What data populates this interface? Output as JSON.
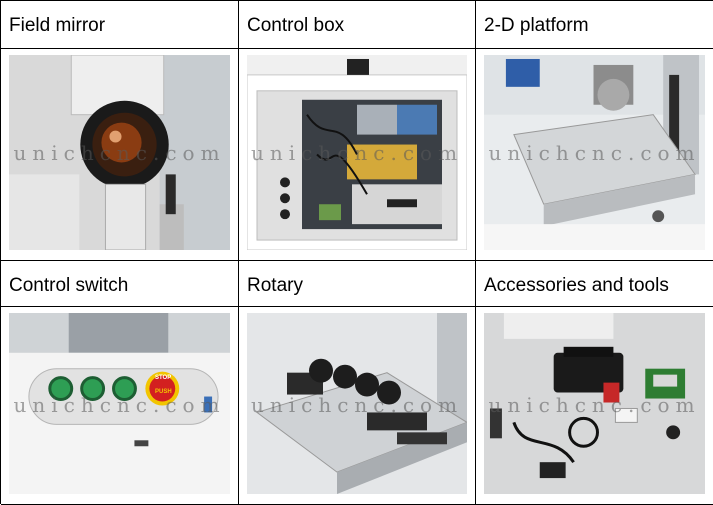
{
  "cells": [
    {
      "label": "Field mirror",
      "watermark": "unichcnc.com"
    },
    {
      "label": "Control box",
      "watermark": "unichcnc.com"
    },
    {
      "label": "2-D platform",
      "watermark": "unichcnc.com"
    },
    {
      "label": "Control switch",
      "watermark": "unichcnc.com"
    },
    {
      "label": "Rotary",
      "watermark": "unichcnc.com"
    },
    {
      "label": "Accessories and tools",
      "watermark": "unichcnc.com"
    }
  ],
  "switch_panel": {
    "stop_button_text": "STOP",
    "push_text": "PUSH"
  },
  "colors": {
    "border": "#000000",
    "machine_white": "#f2f2f2",
    "button_green": "#2e9e54",
    "stop_red": "#d32020",
    "stop_yellow": "#f2c500",
    "toolbox_black": "#1a1a1a"
  }
}
